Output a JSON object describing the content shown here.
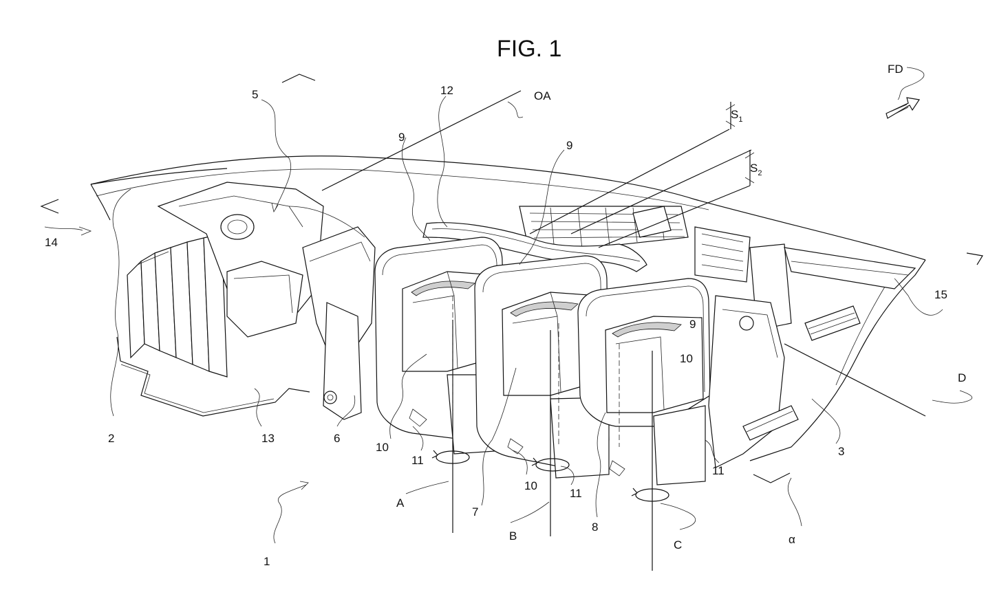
{
  "figure": {
    "title": "FIG. 1",
    "labels": {
      "l1": "1",
      "l2": "2",
      "l3": "3",
      "l5": "5",
      "l6": "6",
      "l7": "7",
      "l8": "8",
      "l9a": "9",
      "l9b": "9",
      "l9c": "9",
      "l10a": "10",
      "l10b": "10",
      "l10c": "10",
      "l11a": "11",
      "l11b": "11",
      "l11c": "11",
      "l12": "12",
      "l13": "13",
      "l14": "14",
      "l15": "15",
      "A": "A",
      "B": "B",
      "C": "C",
      "D": "D",
      "OA": "OA",
      "FD": "FD",
      "S1": "S",
      "S1sub": "1",
      "S2": "S",
      "S2sub": "2",
      "alpha": "α"
    }
  }
}
